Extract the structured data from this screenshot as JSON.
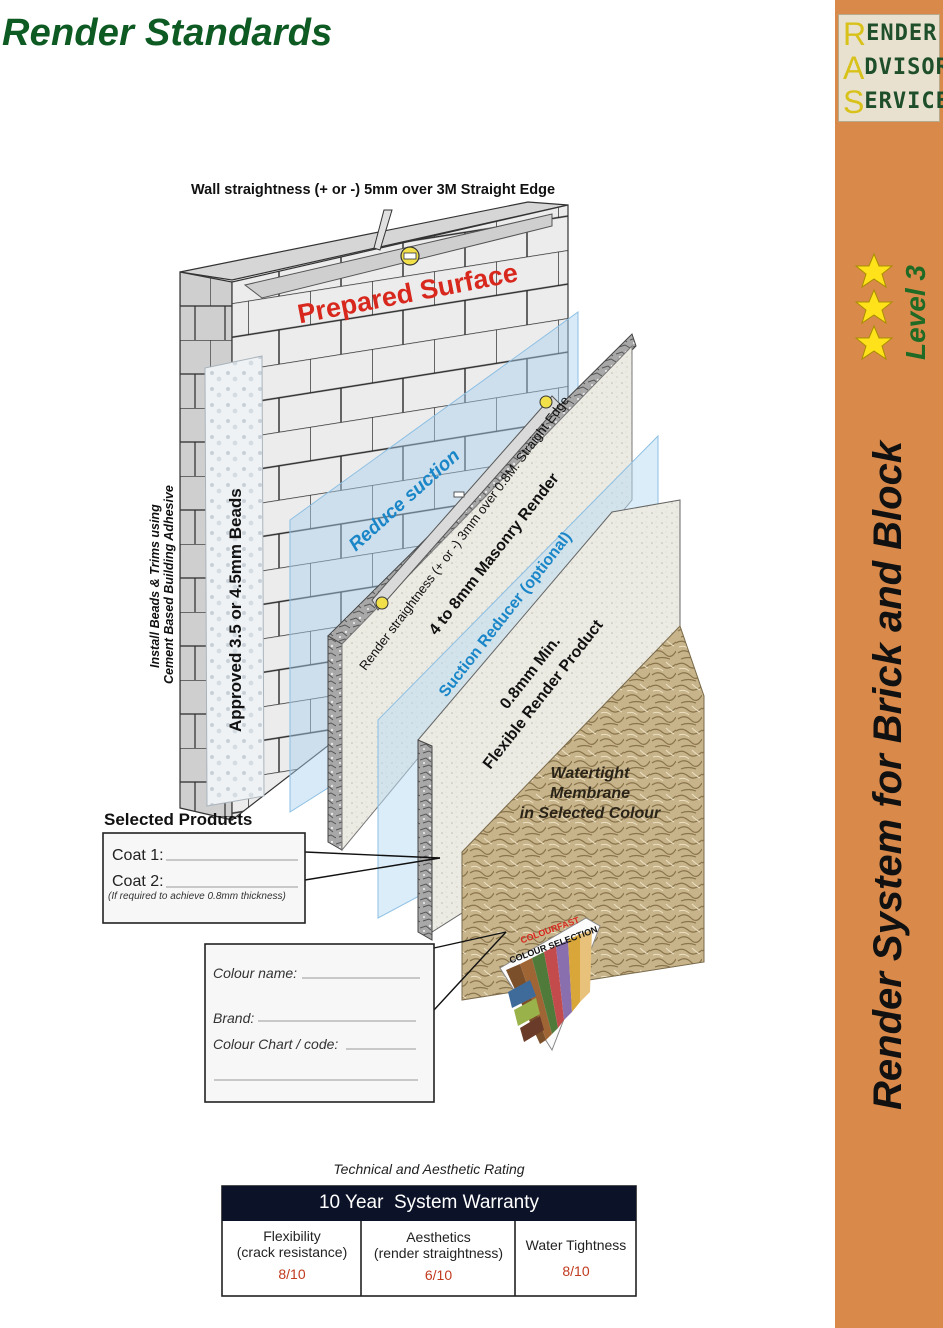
{
  "page": {
    "title": "Render Standards"
  },
  "logo": {
    "rows": [
      {
        "big": "R",
        "small": "ENDER"
      },
      {
        "big": "A",
        "small": "DVISORY"
      },
      {
        "big": "S",
        "small": "ERVICE"
      }
    ]
  },
  "sidebar": {
    "title": "Render System for Brick and Block",
    "level": "Level 3"
  },
  "diagram": {
    "wall_straightness": "Wall straightness (+ or -) 5mm over 3M Straight Edge",
    "prepared_surface": "Prepared Surface",
    "beads_line1": "Install Beads & Trims using",
    "beads_line2": "Cement Based Building Adhesive",
    "beads_label": "Approved 3.5 or 4.5mm Beads",
    "reduce_suction": "Reduce suction",
    "render_straightness": "Render straightness (+ or -) 3mm over 0.8M. Straight Edge",
    "masonry_render": "4 to 8mm Masonry Render",
    "suction_reducer": "Suction Reducer (optional)",
    "flexible_line1": "0.8mm Min.",
    "flexible_line2": "Flexible Render Product",
    "membrane_line1": "Watertight",
    "membrane_line2": "Membrane",
    "membrane_line3": "in Selected Colour",
    "fan_line1": "COLOURFAST",
    "fan_line2": "COLOUR SELECTION"
  },
  "products": {
    "heading": "Selected Products",
    "coat1": "Coat 1:",
    "coat2": "Coat 2:",
    "note": "(If required to achieve 0.8mm thickness)"
  },
  "colour_form": {
    "name": "Colour name:",
    "brand": "Brand:",
    "chart": "Colour Chart / code:"
  },
  "rating": {
    "caption": "Technical and Aesthetic Rating",
    "header": "10 Year  System Warranty",
    "cells": [
      {
        "line1": "Flexibility",
        "line2": "(crack resistance)",
        "value": "8/10"
      },
      {
        "line1": "Aesthetics",
        "line2": "(render straightness)",
        "value": "6/10"
      },
      {
        "line1": "Water Tightness",
        "line2": "",
        "value": "8/10"
      }
    ]
  },
  "colors": {
    "title_green": "#0d5a22",
    "sidebar_orange": "#d9894a",
    "prepared_red": "#d8281e",
    "suction_blue": "#1a86c8",
    "value_red": "#c03a1e",
    "header_navy": "#0c1228"
  }
}
